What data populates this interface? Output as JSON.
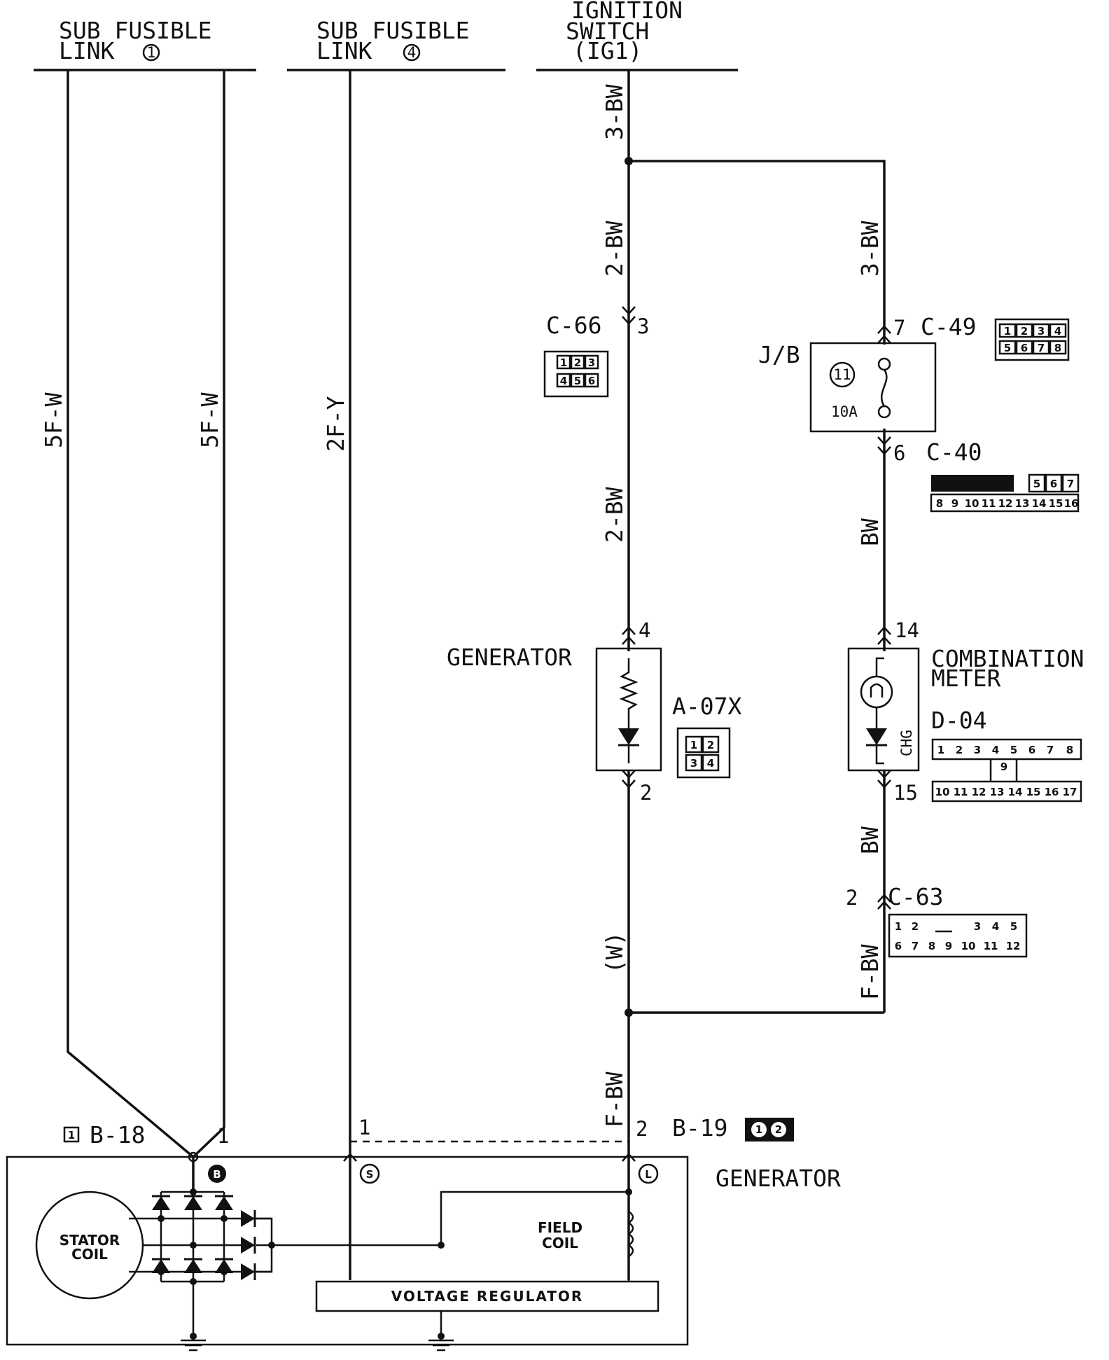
{
  "power_sources": {
    "sfl1_line1": "SUB FUSIBLE",
    "sfl1_line2": "LINK",
    "sfl1_num": "1",
    "sfl4_line1": "SUB FUSIBLE",
    "sfl4_line2": "LINK",
    "sfl4_num": "4",
    "ign_line1": "IGNITION",
    "ign_line2": "SWITCH",
    "ign_line3": "(IG1)"
  },
  "wires": {
    "w1": "5F-W",
    "w2": "5F-W",
    "w3": "2F-Y",
    "w4": "3-BW",
    "w5": "2-BW",
    "w6": "2-BW",
    "w7": "(W)",
    "w8": "F-BW",
    "w9": "3-BW",
    "w10": "BW",
    "w11": "BW",
    "w12": "F-BW"
  },
  "connectors": {
    "c66": {
      "name": "C-66",
      "pin": "3",
      "cells": [
        "1",
        "2",
        "3",
        "4",
        "5",
        "6"
      ]
    },
    "c49": {
      "name": "C-49",
      "pin": "7",
      "cells": [
        "1",
        "2",
        "3",
        "4",
        "5",
        "6",
        "7",
        "8"
      ]
    },
    "c40": {
      "name": "C-40",
      "pin": "6",
      "row1": [
        "5",
        "6",
        "7"
      ],
      "row2": [
        "8",
        "9",
        "10",
        "11",
        "12",
        "13",
        "14",
        "15",
        "16"
      ]
    },
    "a07x": {
      "name": "A-07X",
      "pin_top": "4",
      "pin_bottom": "2",
      "cells": [
        "1",
        "2",
        "3",
        "4"
      ]
    },
    "d04": {
      "name": "D-04",
      "pin_top": "14",
      "pin_bottom": "15",
      "row1": [
        "1",
        "2",
        "3",
        "4",
        "5",
        "6",
        "7",
        "8"
      ],
      "mid": "9",
      "row2": [
        "10",
        "11",
        "12",
        "13",
        "14",
        "15",
        "16",
        "17"
      ]
    },
    "c63": {
      "name": "C-63",
      "pin": "2",
      "row1": [
        "1",
        "2",
        "3",
        "4",
        "5"
      ],
      "row2": [
        "6",
        "7",
        "8",
        "9",
        "10",
        "11",
        "12"
      ]
    },
    "b18": {
      "name": "B-18",
      "pin": "1"
    },
    "b19": {
      "name": "B-19",
      "pin_left": "1",
      "pin_right": "2",
      "cells": [
        "1",
        "2"
      ]
    }
  },
  "components": {
    "jb": "J/B",
    "fuse_num": "11",
    "fuse_rating": "10A",
    "generator_resistor": "GENERATOR",
    "combination_meter_line1": "COMBINATION",
    "combination_meter_line2": "METER",
    "chg": "CHG",
    "generator": "GENERATOR",
    "terminal_b": "B",
    "terminal_s": "S",
    "terminal_l": "L",
    "stator_line1": "STATOR",
    "stator_line2": "COIL",
    "field_line1": "FIELD",
    "field_line2": "COIL",
    "voltage_regulator": "VOLTAGE REGULATOR"
  }
}
